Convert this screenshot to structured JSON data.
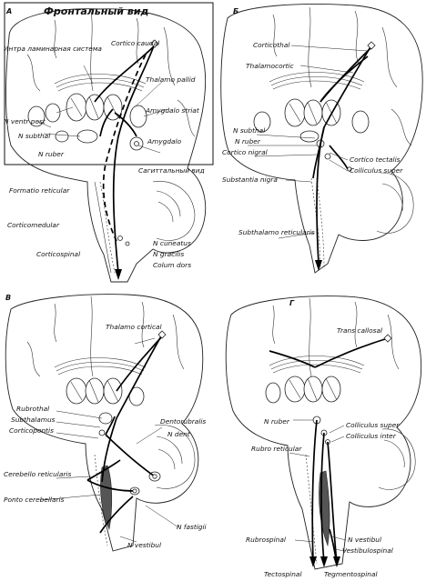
{
  "panel_a": {
    "panel_label": "A",
    "inset_title": "Фронтальный вид",
    "lateral_view_label": "Сагиттальный вид",
    "labels": {
      "cortico_caudal": "Cortico caudal",
      "intralaminar": "Интра ламинарная система",
      "thalamo_pallid": "Thalamo pallid",
      "amygdalo_striat": "Amygdalo striat",
      "amygdalo": "Amygdalo",
      "n_ventr_post": "N ventr post",
      "n_subthal": "N subthal",
      "n_ruber": "N ruber",
      "formatio_reticular": "Formatio reticular",
      "corticomedular": "Corticomedular",
      "corticospinal": "Corticospinal",
      "n_cuneatus": "N cuneatus",
      "n_gracilis": "N gracilis",
      "colum_dors": "Colum dors"
    }
  },
  "panel_b": {
    "panel_label": "Б",
    "labels": {
      "corticothal": "Corticothal",
      "thalamocortic": "Thalamocortic",
      "n_subthal": "N subthal",
      "n_ruber": "N ruber",
      "cortico_nigral": "Cortico nigral",
      "cortico_tectalis": "Cortico tectalis",
      "colliculus_super": "Colliculus super",
      "substantia_nigra": "Substantia nigra",
      "subthalamo_reticularis": "Subthalamo reticularis"
    }
  },
  "panel_c": {
    "panel_label": "В",
    "labels": {
      "thalamo_cortical": "Thalamo cortical",
      "rubrothal": "Rubrothal",
      "subthalamus": "Subthalamus",
      "corticopontis": "Corticopontis",
      "dentorubralis": "Dentorubralis",
      "n_dent": "N dent",
      "cerebello_reticularis": "Cerebello reticularis",
      "ponto_cerebellaris": "Ponto cerebellaris",
      "n_fastigii": "N fastigii",
      "n_vestibul": "N vestibul"
    }
  },
  "panel_d": {
    "panel_label": "Г",
    "labels": {
      "trans_callosal": "Trans callosal",
      "n_ruber": "N ruber",
      "colliculus_super": "Colliculus super",
      "colliculus_inter": "Colliculus inter",
      "rubro_reticular": "Rubro reticular",
      "rubrospinal": "Rubrospinal",
      "n_vestibul": "N vestibul",
      "vestibulospinal": "Vestibulospinal",
      "tectospinal": "Tectospinal",
      "tegmentospinal": "Tegmentospinal"
    }
  }
}
